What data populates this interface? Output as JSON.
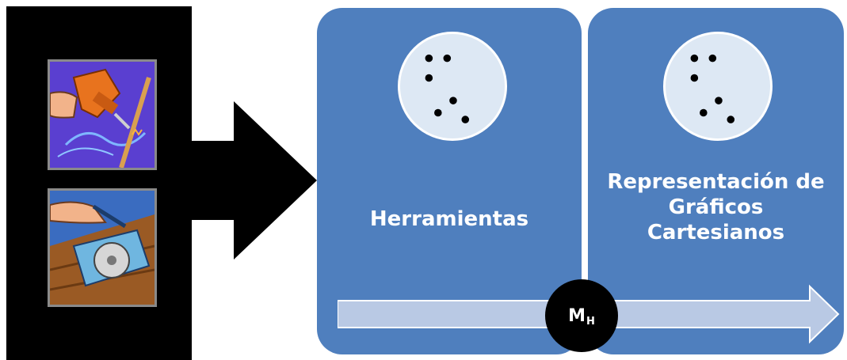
{
  "cards": [
    {
      "label": "Herramientas"
    },
    {
      "label_lines": [
        "Representación de",
        "Gráficos",
        "Cartesianos"
      ]
    }
  ],
  "milestone": {
    "main": "M",
    "sub": "H"
  },
  "icons": {
    "tool_top": "power-drill-icon",
    "tool_bottom": "circular-saw-icon",
    "dots": "dot-pattern-icon"
  },
  "colors": {
    "card": "#4f7fbe",
    "dots_circle": "#dde8f4",
    "flow_arrow": "#b9c9e4",
    "background_panel": "#000000",
    "milestone": "#000000"
  }
}
